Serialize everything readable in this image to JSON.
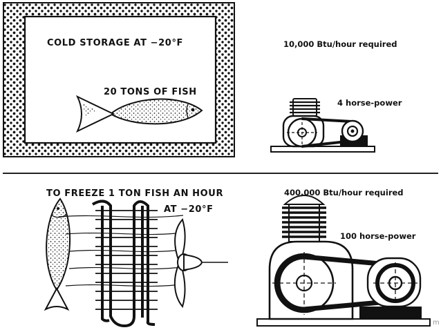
{
  "top": {
    "storage_label": "COLD STORAGE AT −20°F",
    "fish_label": "20 TONS OF FISH",
    "btu_label": "10,000 Btu/hour required",
    "hp_label": "4 horse-power"
  },
  "bottom": {
    "freeze_label_line1": "TO FREEZE 1 TON FISH AN HOUR",
    "freeze_label_line2": "AT −20°F",
    "btu_label": "400,000 Btu/hour required",
    "hp_label": "100 horse-power"
  },
  "corner_mark": "m",
  "colors": {
    "ink": "#111111",
    "paper": "#ffffff",
    "divider": "#222222"
  }
}
